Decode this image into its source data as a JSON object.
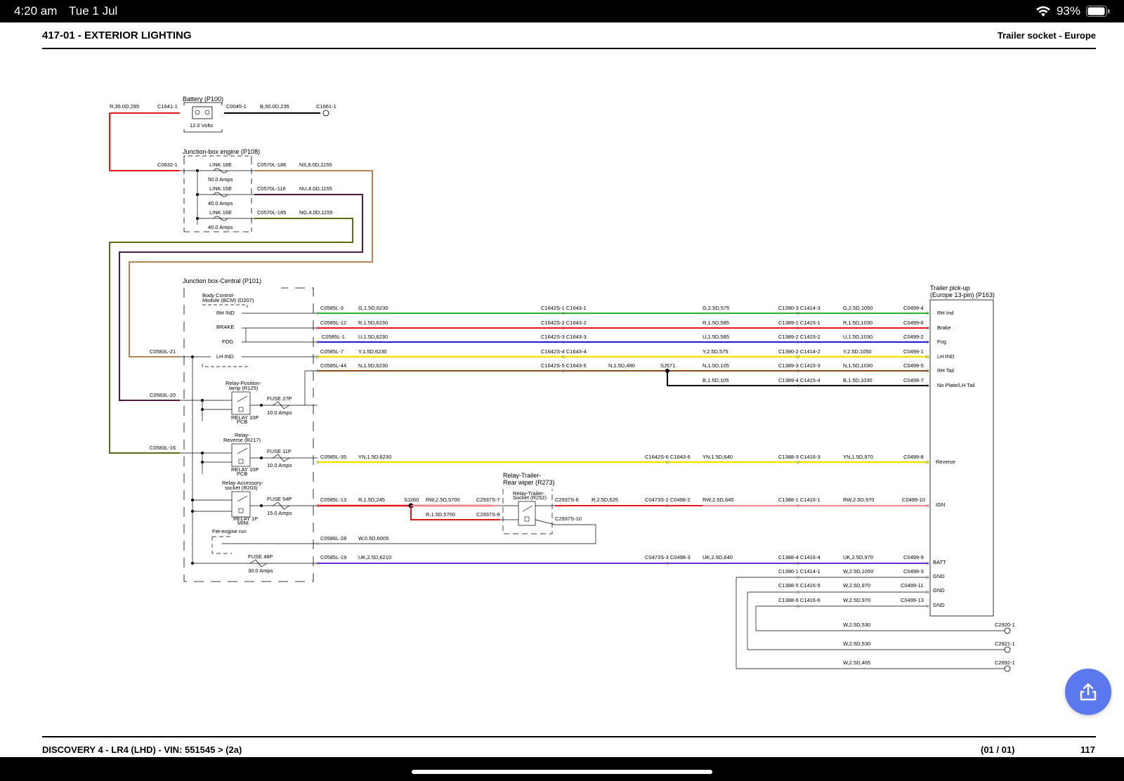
{
  "status": {
    "time": "4:20 am",
    "date": "Tue 1 Jul",
    "battery": "93%"
  },
  "header": {
    "title": "417-01 - EXTERIOR LIGHTING",
    "subtitle": "Trailer socket - Europe"
  },
  "footer": {
    "left": "DISCOVERY 4 - LR4  (LHD) - VIN: 551545 >  (2a)",
    "page": "(01 / 01)",
    "number": "117"
  },
  "colors": {
    "red": "#e8141b",
    "green": "#2bb32b",
    "blue": "#1b1bd6",
    "yellow": "#f2e300",
    "brown": "#8a4a1a",
    "tan": "#b38658",
    "purple": "#4a1c40",
    "olive": "#5f6b12",
    "violet": "#6b2bd6",
    "black": "#000000",
    "accent": "#5b78ef"
  },
  "diagram": {
    "battery": {
      "title": "Battery (P100)",
      "volts": "12.0 Volts",
      "wire_in": "R,35.0D,295",
      "conn_in": "C1641-1",
      "conn_out": "C0045-1",
      "wire_out": "B,50.0D,235",
      "ground": "C1661-1"
    },
    "jb_engine": {
      "title": "Junction-box engine (P108)",
      "conn": "C0632-1",
      "links": [
        {
          "name": "LINK 18E",
          "amps": "50.0 Amps",
          "conn": "C0570L-186",
          "wire": "NS,6.0D,1155"
        },
        {
          "name": "LINK 15E",
          "amps": "40.0 Amps",
          "conn": "C0570L-116",
          "wire": "NU,4.0D,1155"
        },
        {
          "name": "LINK 16E",
          "amps": "40.0 Amps",
          "conn": "C0570L-185",
          "wire": "NG,4.0D,1155"
        }
      ]
    },
    "jb_central": {
      "title": "Junction box-Central (P101)",
      "bcm": "Body Control-",
      "bcm2": "Module (BCM) (D207)",
      "in1": "C0583L-21",
      "in2": "C0583L-20",
      "in3": "C0583L-16",
      "bcm_outputs": [
        "RH IND",
        "BRAKE",
        "FOG",
        "LH IND"
      ],
      "relay_position": [
        "Relay-Position-",
        "lamp (R125)"
      ],
      "relay_reverse": [
        "Relay-",
        "Reverse (R217)"
      ],
      "relay_accessory": [
        "Relay-Accessory-",
        "socket (R203)"
      ],
      "relay_pcb": [
        "RELAY 10P",
        "PCB"
      ],
      "relay_mini": [
        "RELAY 1P",
        "MINI"
      ],
      "fet": "Fet-engine run",
      "fuses": [
        {
          "name": "FUSE 27P",
          "amps": "10.0 Amps"
        },
        {
          "name": "FUSE 11P",
          "amps": "10.0 Amps"
        },
        {
          "name": "FUSE 54P",
          "amps": "15.0 Amps"
        },
        {
          "name": "FUSE 48P",
          "amps": "30.0 Amps"
        }
      ]
    },
    "circuits": [
      {
        "c1": "C0585L-3",
        "w1": "G,1.5D,6230",
        "c2": "C1642S-1 C1643-1",
        "w2": "G,2.5D,575",
        "c3": "C1390-3 C1414-3",
        "w3": "G,2.5D,1050",
        "c4": "C0499-4",
        "pin": "RH Ind"
      },
      {
        "c1": "C0585L-12",
        "w1": "R,1.5D,6230",
        "c2": "C1642S-2 C1643-2",
        "w2": "R,1.5D,585",
        "c3": "C1389-1 C1415-1",
        "w3": "R,1.5D,1030",
        "c4": "C0499-6",
        "pin": "Brake"
      },
      {
        "c1": "C0585L-1",
        "w1": "U,1.5D,6230",
        "c2": "C1642S-3 C1643-3",
        "w2": "U,1.5D,585",
        "c3": "C1389-2 C1415-2",
        "w3": "U,1.5D,1030",
        "c4": "C0499-2",
        "pin": "Fog"
      },
      {
        "c1": "C0585L-7",
        "w1": "Y,1.5D,6230",
        "c2": "C1642S-4 C1643-4",
        "w2": "Y,2.5D,575",
        "c3": "C1390-2 C1414-2",
        "w3": "Y,2.5D,1050",
        "c4": "C0499-1",
        "pin": "LH IND"
      },
      {
        "c1": "C0585L-44",
        "w1": "N,1.5D,6230",
        "c2": "C1642S-5 C1643-5",
        "w2a": "N,1.5D,480",
        "splice": "SJ571",
        "w2": "N,1.5D,105",
        "c3": "C1389-3 C1415-3",
        "w3": "N,1.5D,1030",
        "c4": "C0499-5",
        "pin": "RH Tail"
      },
      {
        "w2": "B,1.5D,105",
        "c3": "C1389-4 C1415-4",
        "w3": "B,1.5D,1030",
        "c4": "C0499-7",
        "pin": "No Plate/LH Tail"
      }
    ],
    "reverse": {
      "c1": "C0585L-35",
      "w1": "YN,1.5D,6230",
      "c2": "C1642S-6 C1643-6",
      "w2": "YN,1.5D,640",
      "c3": "C1388-3 C1416-3",
      "w3": "YN,1.5D,970",
      "c4": "C0499-8",
      "pin": "Reverse"
    },
    "ign": {
      "c1": "C0585L-13",
      "w1": "R,1.5D,245",
      "splice": "SJ260",
      "wa": "RW,2.5D,5700",
      "ca": "C2937S-7",
      "wb": "R,1.5D,5700",
      "cb": "C2937S-8",
      "relay_title": [
        "Relay-Trailer-",
        "Rear wiper (R273)"
      ],
      "relay_inner": [
        "Relay-Trailer-",
        "Socket (R252)"
      ],
      "c5": "C2937S-6",
      "w5": "R,2.5D,625",
      "c6": "C2937S-10",
      "c2": "C0473S-2 C0498-2",
      "w2": "RW,2.5D,640",
      "c3": "C1388-1 C1416-1",
      "w3": "RW,2.5D,970",
      "c4": "C0499-10",
      "pin": "IGN"
    },
    "fet_line": {
      "c1": "C0586L-28",
      "w1": "W,0.5D,6005"
    },
    "batt": {
      "c1": "C0585L-19",
      "w1": "UK,2.5D,6210",
      "c2": "C0473S-3 C0498-3",
      "w2": "UK,2.5D,640",
      "c3": "C1388-4 C1416-4",
      "w3": "UK,2.5D,970",
      "c4": "C0499-9",
      "pin": "BATT"
    },
    "grounds": [
      {
        "c3": "C1390-1 C1414-1",
        "w3": "W,2.5D,1050",
        "c4": "C0499-3",
        "pin": "GND"
      },
      {
        "c3": "C1388-5 C1416-5",
        "w3": "W,2.5D,970",
        "c4": "C0499-11",
        "pin": "GND"
      },
      {
        "c3": "C1388-6 C1416-6",
        "w3": "W,2.5D,970",
        "c4": "C0499-13",
        "pin": "GND"
      }
    ],
    "ground_points": [
      {
        "wire": "W,2.5D,530",
        "conn": "C2920-1"
      },
      {
        "wire": "W,2.5D,530",
        "conn": "C2921-1"
      },
      {
        "wire": "W,2.5D,465",
        "conn": "C2692-1"
      }
    ],
    "trailer": {
      "title1": "Trailer pick-up",
      "title2": "(Europe 13-pin) (P163)"
    }
  }
}
